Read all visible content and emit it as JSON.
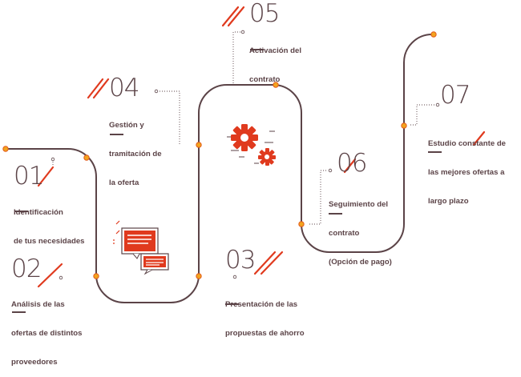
{
  "colors": {
    "path": "#5b4347",
    "accent": "#e03a1e",
    "dot": "#f2a41e",
    "text": "#5b4347"
  },
  "steps": [
    {
      "number": "01",
      "lines": [
        "Identificación",
        "de tus necesidades"
      ]
    },
    {
      "number": "02",
      "lines": [
        "Análisis de las",
        "ofertas de distintos",
        "proveedores"
      ]
    },
    {
      "number": "03",
      "lines": [
        "Presentación de las",
        "propuestas de ahorro"
      ]
    },
    {
      "number": "04",
      "lines": [
        "Gestión y",
        "tramitación de",
        "la oferta"
      ]
    },
    {
      "number": "05",
      "lines": [
        "Activación del",
        "contrato"
      ]
    },
    {
      "number": "06",
      "lines": [
        "Seguimiento del",
        "contrato",
        "(Opción de pago)"
      ]
    },
    {
      "number": "07",
      "lines": [
        "Estudio constante de",
        "las mejores ofertas a",
        "largo plazo"
      ]
    }
  ],
  "icons": [
    "documents-icon",
    "gears-icon"
  ]
}
